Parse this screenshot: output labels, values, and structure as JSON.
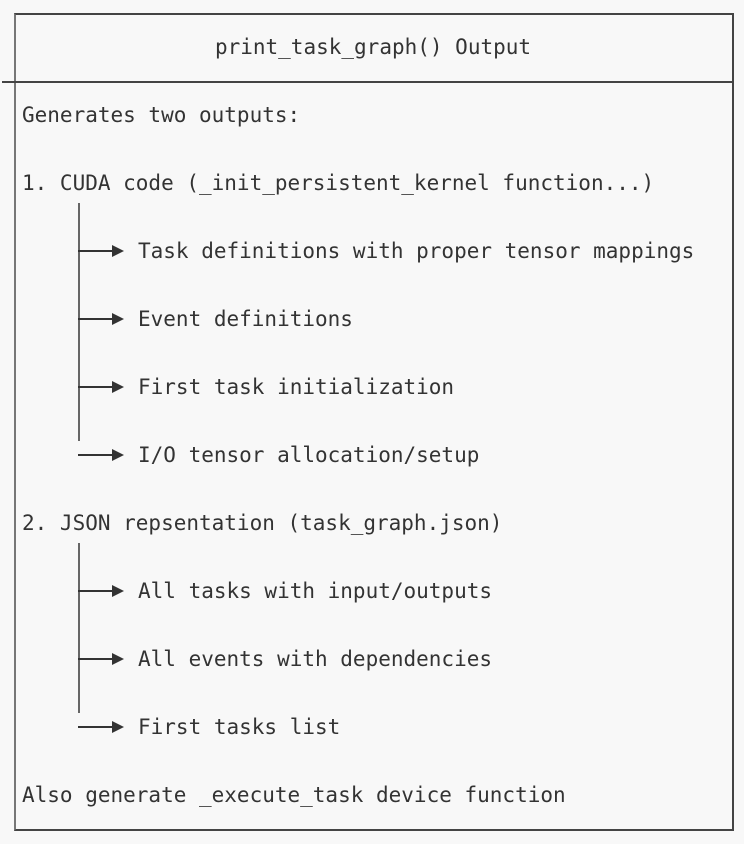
{
  "diagram": {
    "title": "print_task_graph() Output",
    "intro": "Generates two outputs:",
    "sections": [
      {
        "heading": "1. CUDA code (_init_persistent_kernel function...)",
        "items": [
          {
            "label": "Task definitions with proper tensor mappings",
            "connector": "tee"
          },
          {
            "label": "Event definitions",
            "connector": "tee"
          },
          {
            "label": "First task initialization",
            "connector": "tee"
          },
          {
            "label": "I/O tensor allocation/setup",
            "connector": "elbow"
          }
        ]
      },
      {
        "heading": "2. JSON repsentation (task_graph.json)",
        "items": [
          {
            "label": "All tasks with input/outputs",
            "connector": "tee"
          },
          {
            "label": "All events with dependencies",
            "connector": "tee"
          },
          {
            "label": "First tasks list",
            "connector": "elbow"
          }
        ]
      }
    ],
    "footer": "Also generate _execute_task device function",
    "colors": {
      "background": "#f8f8f8",
      "text": "#333333",
      "border": "#444444"
    },
    "icons": {
      "branch_arrow": "right-triangle-arrow"
    }
  }
}
